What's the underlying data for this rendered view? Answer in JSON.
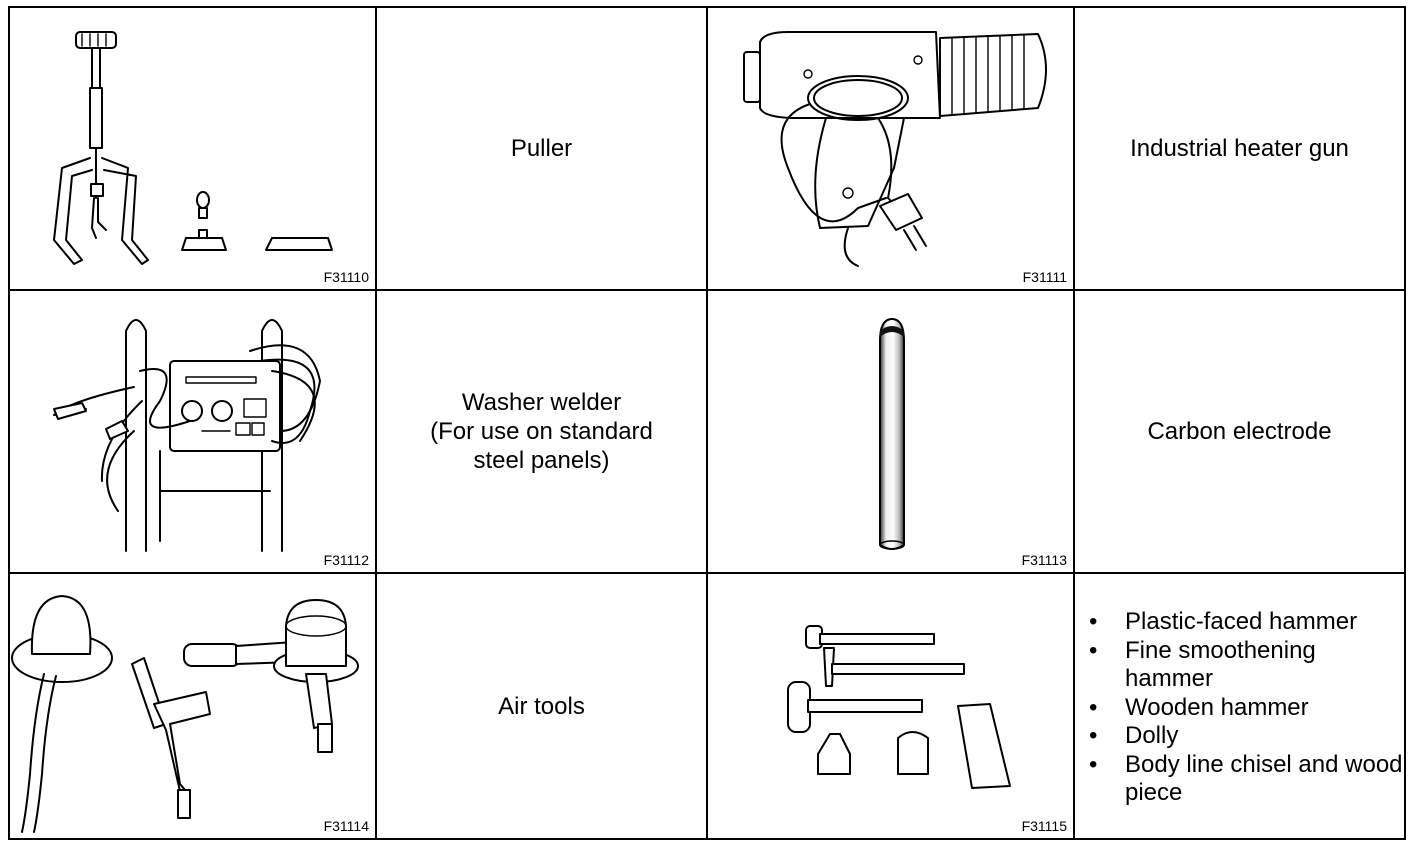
{
  "rows": [
    {
      "image_code": "F31110",
      "image_icon": "puller-illustration",
      "label": "Puller",
      "image2_code": "F31111",
      "image2_icon": "heater-gun-illustration",
      "label2": "Industrial heater gun"
    },
    {
      "image_code": "F31112",
      "image_icon": "washer-welder-illustration",
      "label_lines": [
        "Washer welder",
        "(For use on standard",
        "steel panels)"
      ],
      "image2_code": "F31113",
      "image2_icon": "carbon-electrode-illustration",
      "label2": "Carbon electrode"
    },
    {
      "image_code": "F31114",
      "image_icon": "air-tools-illustration",
      "label": "Air tools",
      "image2_code": "F31115",
      "image2_icon": "hammers-dolly-illustration",
      "bullets": [
        "Plastic-faced hammer",
        "Fine smoothening hammer",
        "Wooden hammer",
        "Dolly",
        "Body line chisel and wood piece"
      ]
    }
  ]
}
